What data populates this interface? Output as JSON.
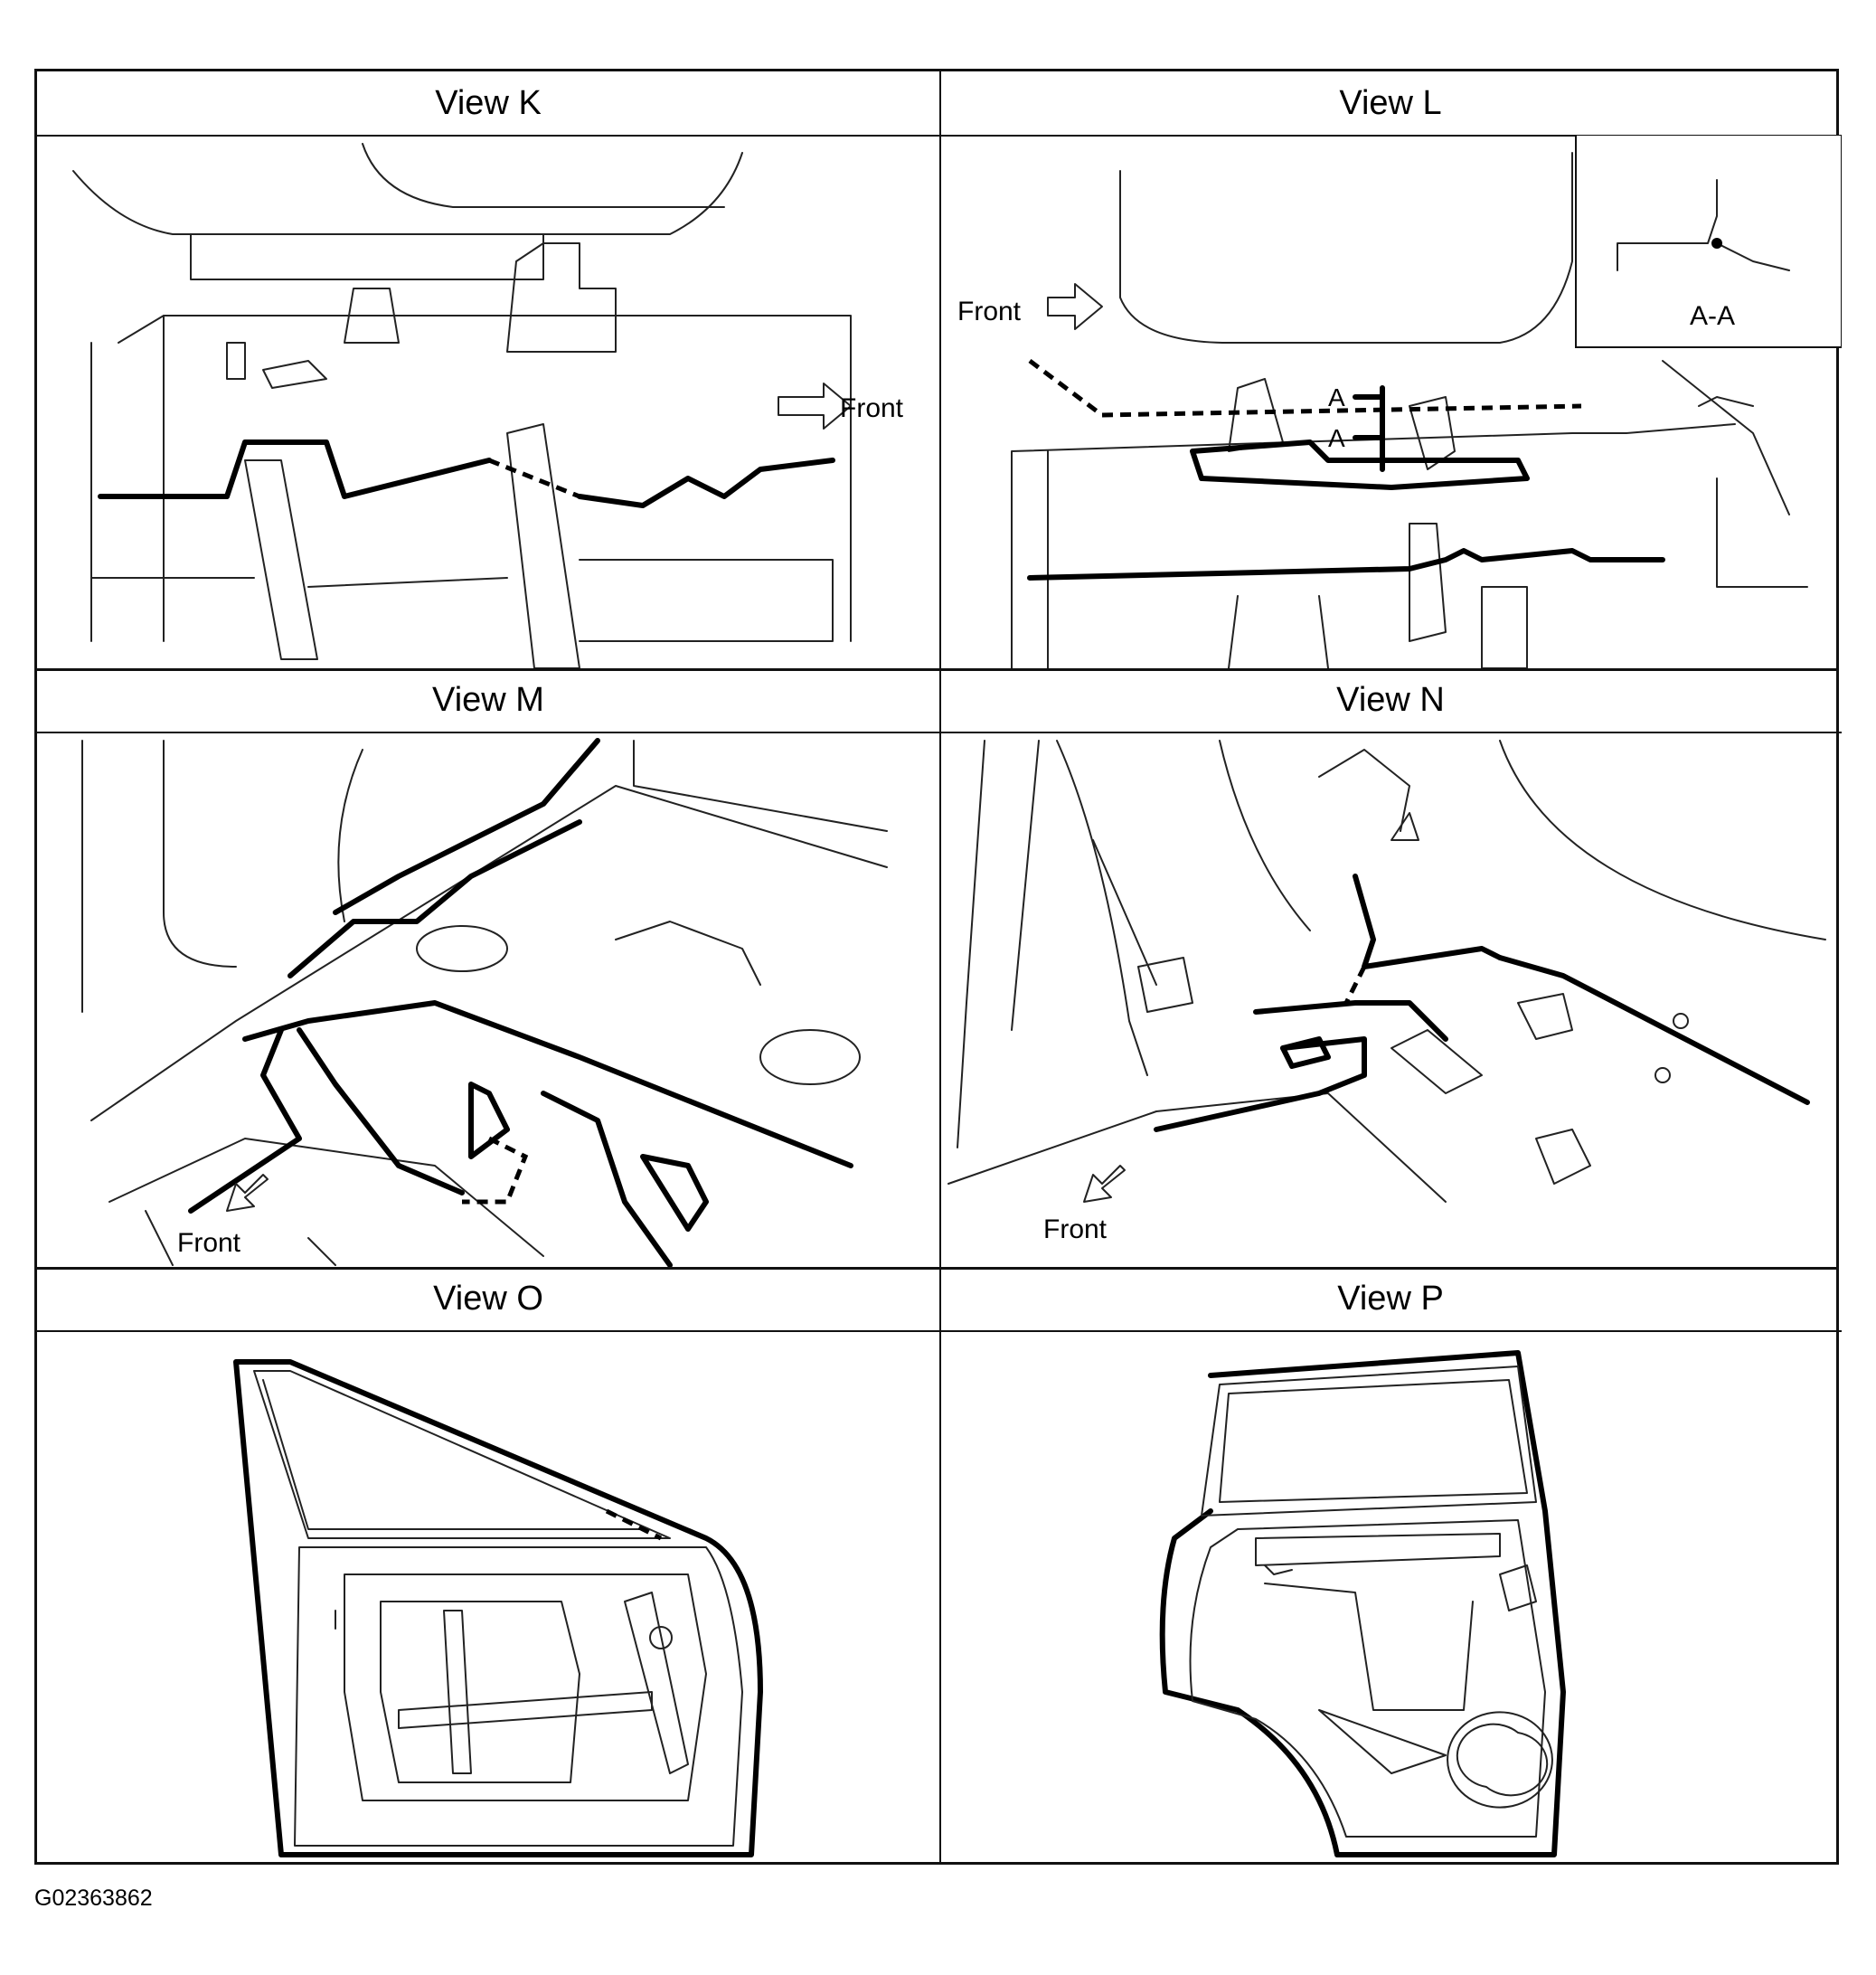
{
  "views": [
    {
      "title": "View K",
      "front_label": "Front"
    },
    {
      "title": "View L",
      "front_label": "Front",
      "section_label": "A-A",
      "section_marker_1": "A",
      "section_marker_2": "A"
    },
    {
      "title": "View M",
      "front_label": "Front"
    },
    {
      "title": "View N",
      "front_label": "Front"
    },
    {
      "title": "View O"
    },
    {
      "title": "View P"
    }
  ],
  "figure_code": "G02363862",
  "icons": [
    "front-arrow-icon"
  ],
  "colors": {
    "line": "#000000",
    "background": "#ffffff"
  }
}
